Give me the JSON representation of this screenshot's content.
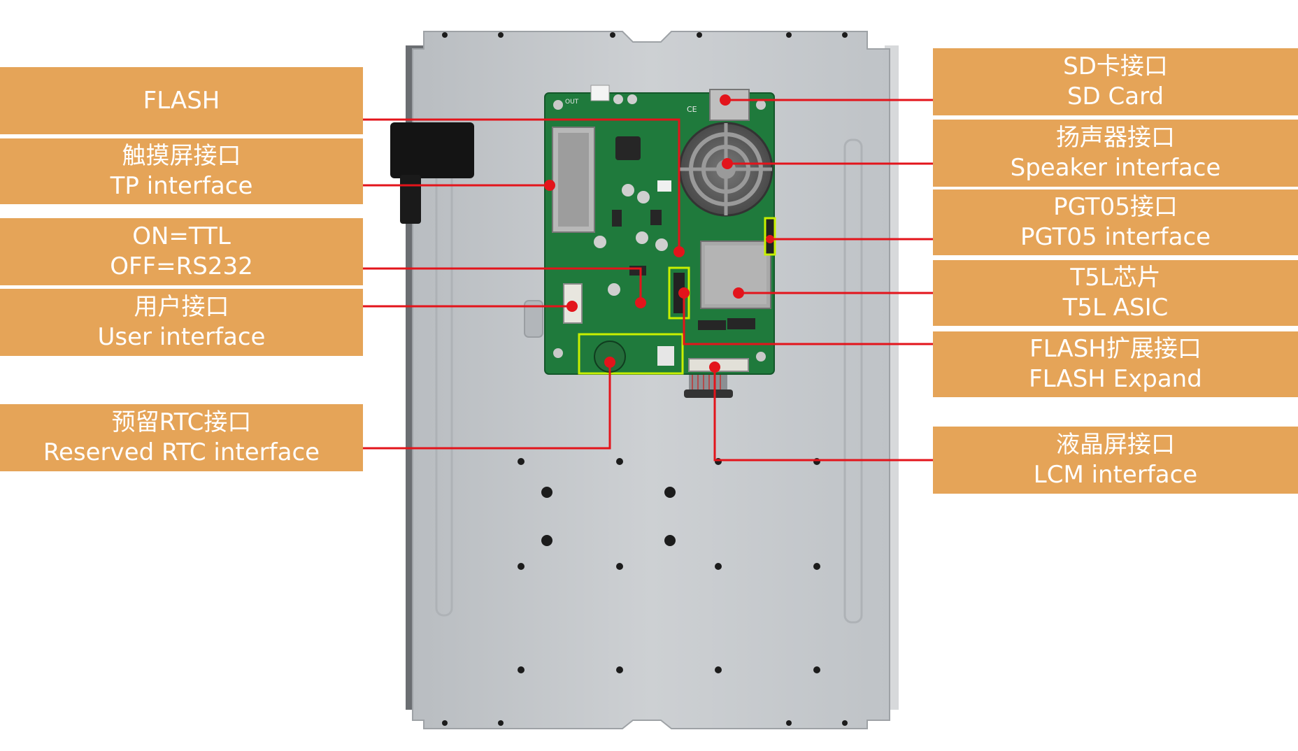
{
  "colors": {
    "label_background": "#e5a458",
    "label_text": "#ffffff",
    "callout_line": "#e3141b",
    "pcb_green": "#1f7a3c",
    "metal_plate": "#c3c7cb",
    "highlight_box": "#c8f000"
  },
  "labels": {
    "flash": {
      "line1": "FLASH"
    },
    "tp": {
      "line1": "触摸屏接口",
      "line2": "TP interface"
    },
    "ttl": {
      "line1": "ON=TTL",
      "line2": "OFF=RS232"
    },
    "user": {
      "line1": "用户接口",
      "line2": "User interface"
    },
    "rtc": {
      "line1": "预留RTC接口",
      "line2": "Reserved RTC interface"
    },
    "sd": {
      "line1": "SD卡接口",
      "line2": "SD Card"
    },
    "speaker": {
      "line1": "扬声器接口",
      "line2": "Speaker interface"
    },
    "pgt05": {
      "line1": "PGT05接口",
      "line2": "PGT05 interface"
    },
    "t5l": {
      "line1": "T5L芯片",
      "line2": "T5L ASIC"
    },
    "flash_expand": {
      "line1": "FLASH扩展接口",
      "line2": "FLASH Expand"
    },
    "lcm": {
      "line1": "液晶屏接口",
      "line2": "LCM interface"
    }
  },
  "board": {
    "silkscreen_out": "OUT",
    "silkscreen_ce": "CE"
  }
}
